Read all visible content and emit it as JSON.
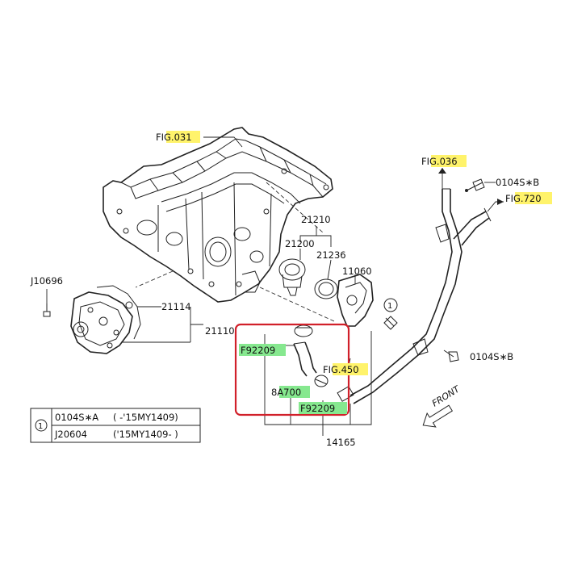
{
  "colors": {
    "highlight_yellow": "#fff36b",
    "highlight_green": "#86e88f",
    "callout_box": "#d1202a",
    "line": "#222222"
  },
  "labels": {
    "fig031": "FIG.031",
    "fig036": "FIG.036",
    "fig720": "FIG.720",
    "fig450": "FIG.450",
    "p0104sb_top": "0104S∗B",
    "p0104sb_mid": "0104S∗B",
    "p21210": "21210",
    "p21200": "21200",
    "p21236": "21236",
    "p11060": "11060",
    "pJ10696": "J10696",
    "p21114": "21114",
    "p21110": "21110",
    "pF92209_top": "F92209",
    "p8A700": "8A700",
    "pF92209_bot": "F92209",
    "p14165": "14165",
    "front": "FRONT",
    "note_marker": "1"
  },
  "legend": {
    "marker": "1",
    "rows": [
      {
        "part": "0104S∗A",
        "range": "( -'15MY1409)"
      },
      {
        "part": "J20604",
        "range": "('15MY1409- )"
      }
    ]
  }
}
